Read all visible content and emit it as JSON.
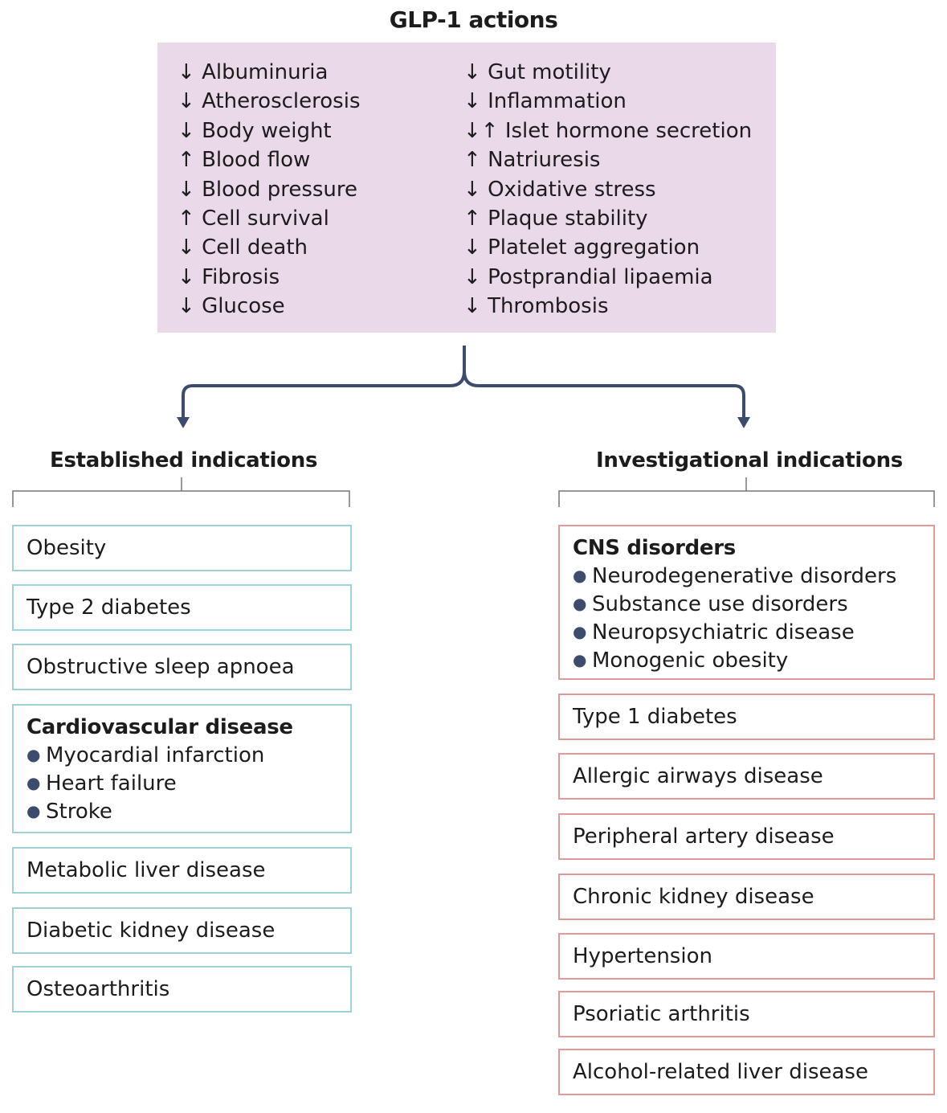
{
  "title": "GLP-1 actions",
  "actions": {
    "left": [
      {
        "arrow": "↓",
        "label": "Albuminuria"
      },
      {
        "arrow": "↓",
        "label": "Atherosclerosis"
      },
      {
        "arrow": "↓",
        "label": "Body weight"
      },
      {
        "arrow": "↑",
        "label": "Blood flow"
      },
      {
        "arrow": "↓",
        "label": "Blood pressure"
      },
      {
        "arrow": "↑",
        "label": "Cell survival"
      },
      {
        "arrow": "↓",
        "label": "Cell death"
      },
      {
        "arrow": "↓",
        "label": "Fibrosis"
      },
      {
        "arrow": "↓",
        "label": "Glucose"
      }
    ],
    "right": [
      {
        "arrow": "↓",
        "label": "Gut motility"
      },
      {
        "arrow": "↓",
        "label": "Inflammation"
      },
      {
        "arrow": "↓↑",
        "label": "Islet hormone secretion"
      },
      {
        "arrow": "↑",
        "label": "Natriuresis"
      },
      {
        "arrow": "↓",
        "label": "Oxidative stress"
      },
      {
        "arrow": "↑",
        "label": "Plaque stability"
      },
      {
        "arrow": "↓",
        "label": "Platelet aggregation"
      },
      {
        "arrow": "↓",
        "label": "Postprandial lipaemia"
      },
      {
        "arrow": "↓",
        "label": "Thrombosis"
      }
    ]
  },
  "established": {
    "heading": "Established indications",
    "items": [
      {
        "label": "Obesity"
      },
      {
        "label": "Type 2 diabetes"
      },
      {
        "label": "Obstructive sleep apnoea"
      },
      {
        "heading": "Cardiovascular disease",
        "subitems": [
          "Myocardial infarction",
          "Heart failure",
          "Stroke"
        ]
      },
      {
        "label": "Metabolic liver disease"
      },
      {
        "label": "Diabetic kidney disease"
      },
      {
        "label": "Osteoarthritis"
      }
    ]
  },
  "investigational": {
    "heading": "Investigational indications",
    "items": [
      {
        "heading": "CNS disorders",
        "subitems": [
          "Neurodegenerative disorders",
          "Substance use disorders",
          "Neuropsychiatric disease",
          "Monogenic obesity"
        ]
      },
      {
        "label": "Type 1 diabetes"
      },
      {
        "label": "Allergic airways disease"
      },
      {
        "label": "Peripheral artery disease"
      },
      {
        "label": "Chronic kidney disease"
      },
      {
        "label": "Hypertension"
      },
      {
        "label": "Psoriatic arthritis"
      },
      {
        "label": "Alcohol-related liver disease"
      }
    ]
  },
  "colors": {
    "actions_fill": "#ead9e9",
    "established_border": "#9cd3d8",
    "investigational_border": "#e59a9a",
    "connector": "#3b4c6c",
    "bracket": "#777777"
  }
}
